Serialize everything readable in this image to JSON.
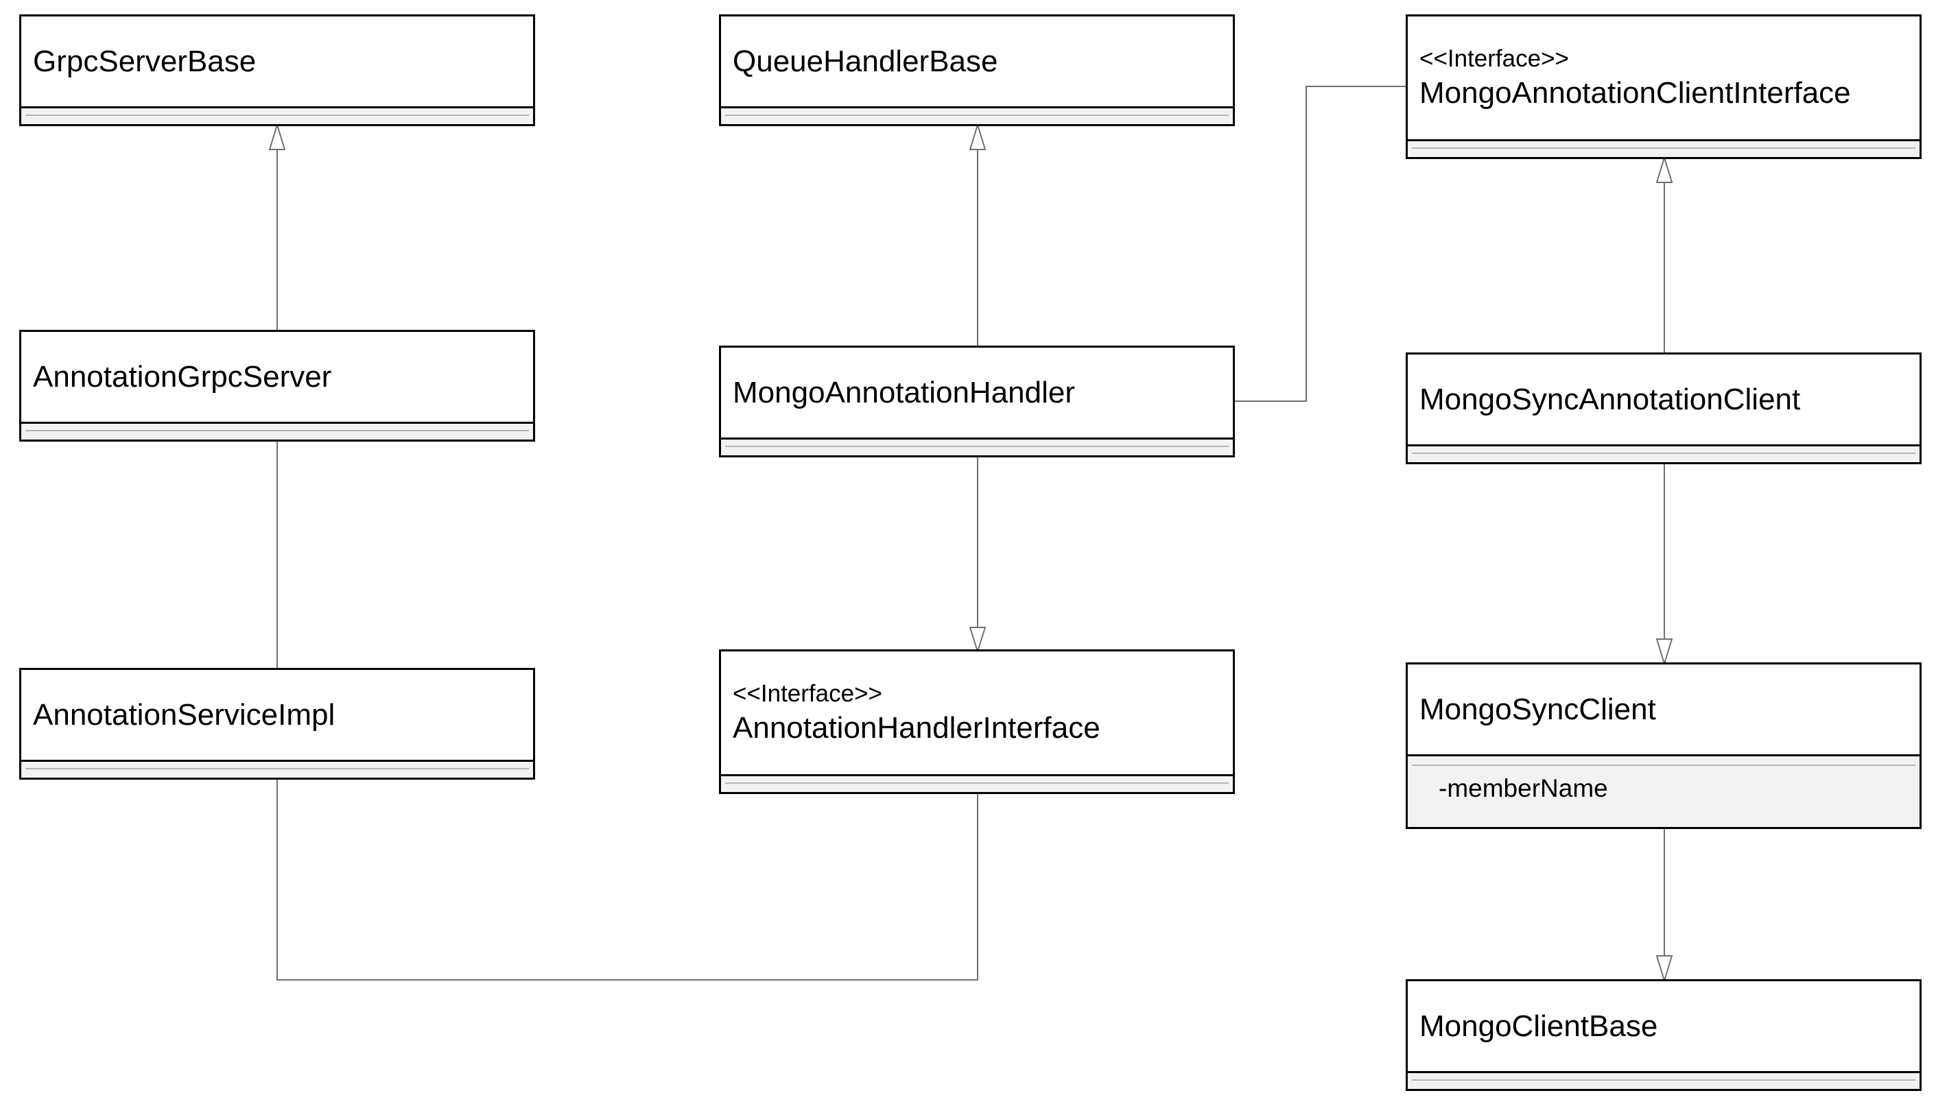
{
  "diagram": {
    "classes": {
      "grpc_server_base": {
        "name": "GrpcServerBase"
      },
      "queue_handler_base": {
        "name": "QueueHandlerBase"
      },
      "mongo_annotation_client_interface": {
        "stereotype": "<<Interface>>",
        "name": "MongoAnnotationClientInterface"
      },
      "annotation_grpc_server": {
        "name": "AnnotationGrpcServer"
      },
      "mongo_annotation_handler": {
        "name": "MongoAnnotationHandler"
      },
      "mongo_sync_annotation_client": {
        "name": "MongoSyncAnnotationClient"
      },
      "annotation_service_impl": {
        "name": "AnnotationServiceImpl"
      },
      "annotation_handler_interface": {
        "stereotype": "<<Interface>>",
        "name": "AnnotationHandlerInterface"
      },
      "mongo_sync_client": {
        "name": "MongoSyncClient",
        "attributes": [
          "-memberName"
        ]
      },
      "mongo_client_base": {
        "name": "MongoClientBase"
      }
    },
    "relations": [
      {
        "from": "AnnotationGrpcServer",
        "to": "GrpcServerBase",
        "type": "generalization"
      },
      {
        "from": "MongoAnnotationHandler",
        "to": "QueueHandlerBase",
        "type": "generalization"
      },
      {
        "from": "MongoSyncAnnotationClient",
        "to": "MongoAnnotationClientInterface",
        "type": "generalization"
      },
      {
        "from": "MongoAnnotationHandler",
        "to": "AnnotationHandlerInterface",
        "type": "generalization"
      },
      {
        "from": "MongoSyncAnnotationClient",
        "to": "MongoSyncClient",
        "type": "generalization"
      },
      {
        "from": "MongoSyncClient",
        "to": "MongoClientBase",
        "type": "generalization"
      },
      {
        "from": "AnnotationGrpcServer",
        "to": "AnnotationServiceImpl",
        "type": "association"
      },
      {
        "from": "AnnotationServiceImpl",
        "to": "AnnotationHandlerInterface",
        "type": "association"
      },
      {
        "from": "MongoAnnotationHandler",
        "to": "MongoAnnotationClientInterface",
        "type": "association"
      }
    ],
    "colors": {
      "border": "#000000",
      "compartment_fill": "#f2f2f2",
      "connector": "#707070",
      "background": "#ffffff"
    }
  }
}
